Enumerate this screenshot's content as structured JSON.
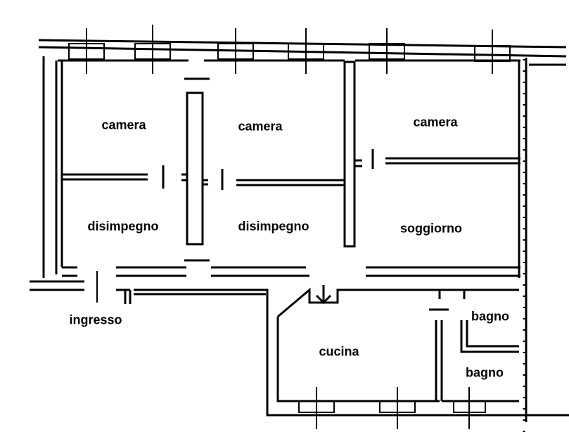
{
  "rooms": {
    "camera_left": "camera",
    "camera_middle": "camera",
    "camera_right": "camera",
    "disimpegno_left": "disimpegno",
    "disimpegno_middle": "disimpegno",
    "soggiorno": "soggiorno",
    "ingresso": "ingresso",
    "cucina": "cucina",
    "bagno_upper": "bagno",
    "bagno_lower": "bagno"
  }
}
